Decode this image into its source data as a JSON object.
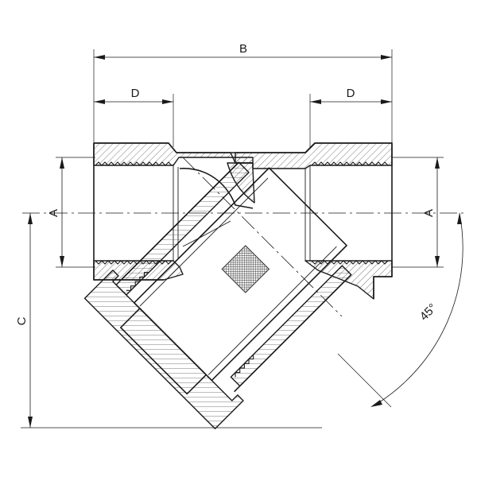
{
  "drawing": {
    "dimension_labels": {
      "B": "B",
      "D_left": "D",
      "D_right": "D",
      "A_left": "A",
      "A_right": "A",
      "C": "C",
      "angle": "45°"
    },
    "colors": {
      "line": "#1a1a1a",
      "background": "#ffffff",
      "hatch": "#555555",
      "mesh": "#444444"
    }
  }
}
